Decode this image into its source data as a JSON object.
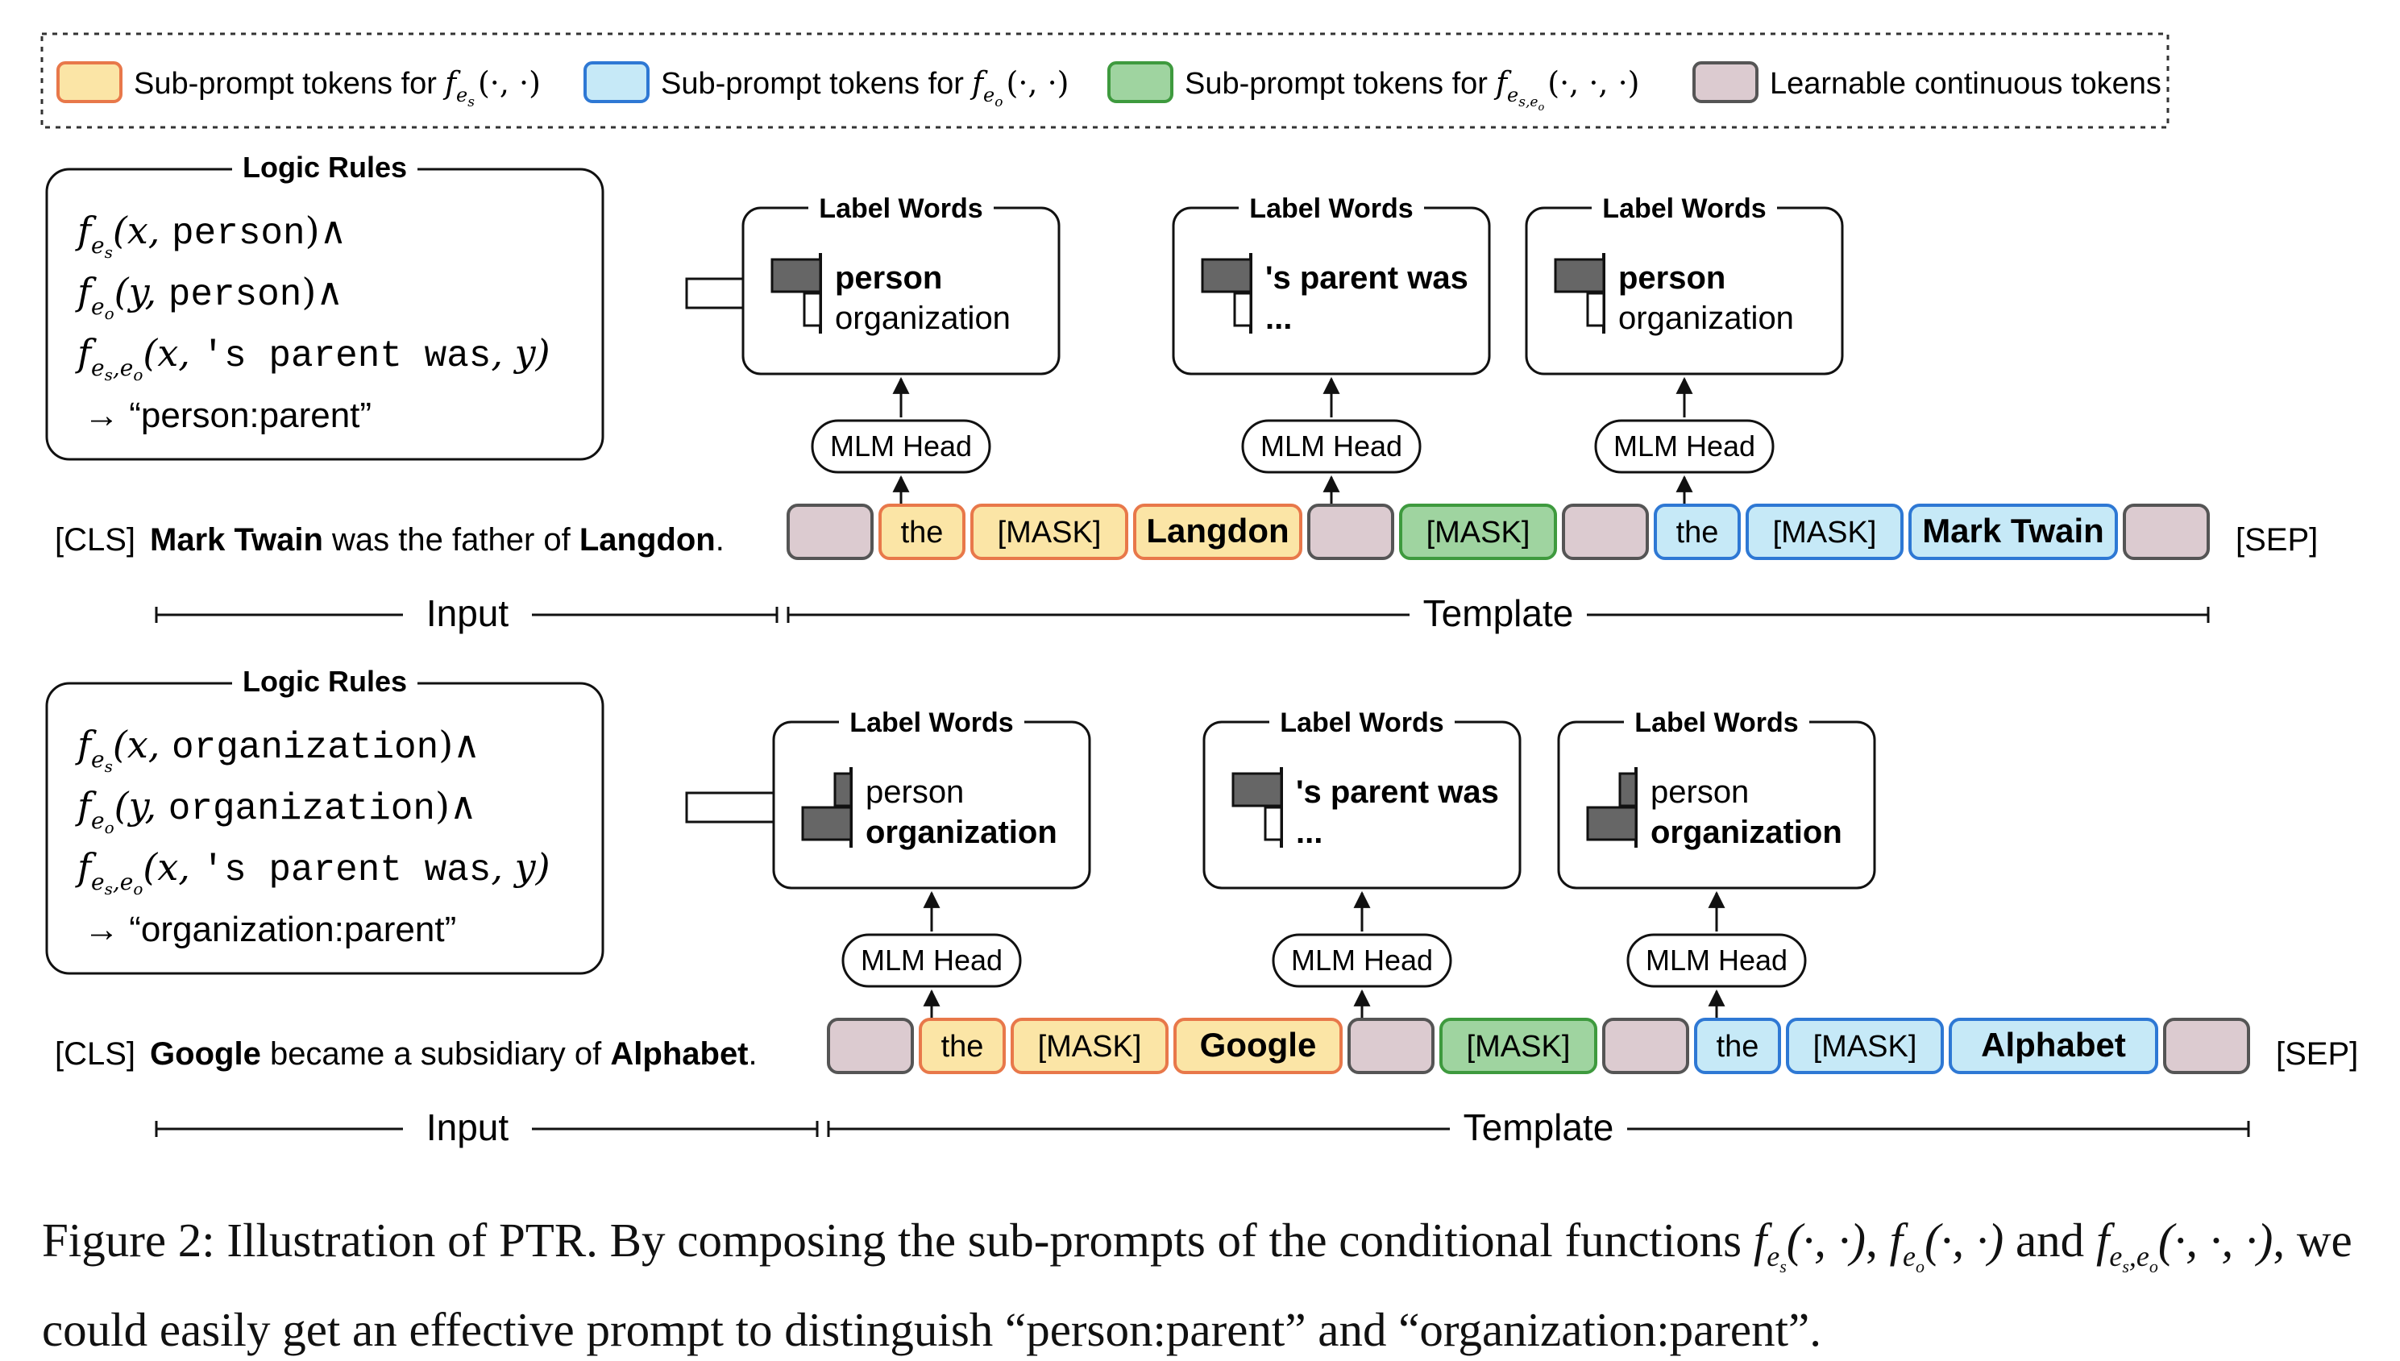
{
  "legend": {
    "items": [
      {
        "label": "Sub-prompt tokens for",
        "func": "f",
        "sub": "e",
        "subsub": "s",
        "args": "(·, ·)",
        "fill": "#fbe5a6",
        "stroke": "#e8784a"
      },
      {
        "label": "Sub-prompt tokens for",
        "func": "f",
        "sub": "e",
        "subsub": "o",
        "args": "(·, ·)",
        "fill": "#c6e9f7",
        "stroke": "#2e78d4"
      },
      {
        "label": "Sub-prompt tokens for",
        "func": "f",
        "sub": "e",
        "subsub": "s,e",
        "subsub2": "o",
        "args": "(·, ·, ·)",
        "fill": "#9fd4a0",
        "stroke": "#3e9a3e"
      },
      {
        "label": "Learnable continuous tokens",
        "fill": "#dccbd0",
        "stroke": "#555555"
      }
    ]
  },
  "colors": {
    "es_fill": "#fbe5a6",
    "es_stroke": "#e8784a",
    "eo_fill": "#c6e9f7",
    "eo_stroke": "#2e78d4",
    "ese_fill": "#9fd4a0",
    "ese_stroke": "#3e9a3e",
    "cont_fill": "#dccbd0",
    "cont_stroke": "#555555"
  },
  "panels": [
    {
      "rules_title": "Logic Rules",
      "rules": {
        "line1_arg": "(x, ",
        "line1_tt": "person",
        "line1_end": ")∧",
        "line2_arg": "(y, ",
        "line2_tt": "person",
        "line2_end": ")∧",
        "line3_arg": "(x, ",
        "line3_tt": "'s parent was",
        "line3_end": ", y)",
        "line4": "→ “person:parent”"
      },
      "label_title": "Label Words",
      "label_boxes": [
        {
          "top": "person",
          "bottom": "organization",
          "bold": "top"
        },
        {
          "top": "'s parent was",
          "bottom": "...",
          "bold": "both"
        },
        {
          "top": "person",
          "bottom": "organization",
          "bold": "top"
        }
      ],
      "mlm_head": "MLM Head",
      "cls": "[CLS]",
      "sentence": {
        "e1": "Mark Twain",
        "mid": " was the father of ",
        "e2": "Langdon",
        "end": "."
      },
      "tokens": {
        "the": "the",
        "mask": "[MASK]",
        "ent_a": "Langdon",
        "ent_b": "Mark Twain"
      },
      "sep": "[SEP]",
      "input_label": "Input",
      "template_label": "Template"
    },
    {
      "rules_title": "Logic Rules",
      "rules": {
        "line1_arg": "(x, ",
        "line1_tt": "organization",
        "line1_end": ")∧",
        "line2_arg": "(y, ",
        "line2_tt": "organization",
        "line2_end": ")∧",
        "line3_arg": "(x, ",
        "line3_tt": "'s parent was",
        "line3_end": ", y)",
        "line4": "→ “organization:parent”"
      },
      "label_title": "Label Words",
      "label_boxes": [
        {
          "top": "person",
          "bottom": "organization",
          "bold": "bottom"
        },
        {
          "top": "'s parent was",
          "bottom": "...",
          "bold": "both"
        },
        {
          "top": "person",
          "bottom": "organization",
          "bold": "bottom"
        }
      ],
      "mlm_head": "MLM Head",
      "cls": "[CLS]",
      "sentence": {
        "e1": "Google",
        "mid": " became a subsidiary of ",
        "e2": "Alphabet",
        "end": "."
      },
      "tokens": {
        "the": "the",
        "mask": "[MASK]",
        "ent_a": "Google",
        "ent_b": "Alphabet"
      },
      "sep": "[SEP]",
      "input_label": "Input",
      "template_label": "Template"
    }
  ],
  "caption": {
    "prefix": "Figure 2: Illustration of PTR. By composing the sub-prompts of the conditional functions",
    "mid1": ",",
    "mid2": " and",
    "suffix": ", we could easily get an effective prompt to distinguish “person:parent” and “organization:parent”."
  }
}
